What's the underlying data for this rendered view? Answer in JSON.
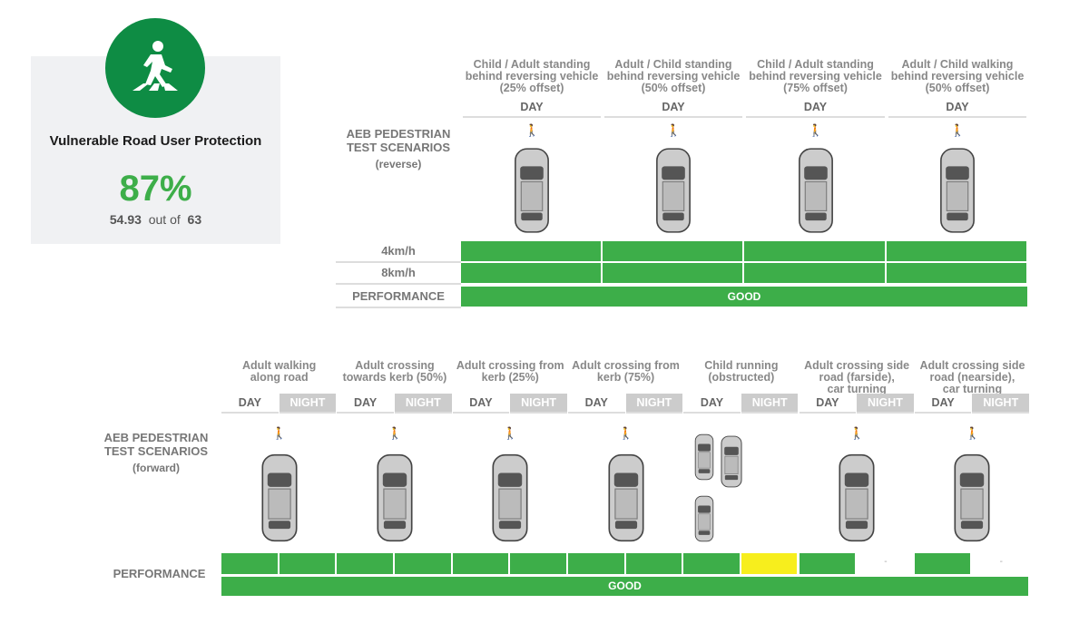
{
  "summary": {
    "title": "Vulnerable Road User Protection",
    "percent": "87%",
    "score": "54.93",
    "out_of_label": "out of",
    "max": "63",
    "icon": "pedestrian-crossing-icon"
  },
  "reverse": {
    "label_line1": "AEB PEDESTRIAN",
    "label_line2": "TEST SCENARIOS",
    "label_line3": "(reverse)",
    "columns": [
      {
        "line1": "Child / Adult standing",
        "line2": "behind reversing vehicle",
        "line3": "(25% offset)",
        "time": "DAY"
      },
      {
        "line1": "Adult / Child standing",
        "line2": "behind reversing vehicle",
        "line3": "(50% offset)",
        "time": "DAY"
      },
      {
        "line1": "Child / Adult standing",
        "line2": "behind reversing vehicle",
        "line3": "(75% offset)",
        "time": "DAY"
      },
      {
        "line1": "Adult / Child walking",
        "line2": "behind reversing vehicle",
        "line3": "(50% offset)",
        "time": "DAY"
      }
    ],
    "rows": [
      {
        "label": "4km/h",
        "results": [
          "good",
          "good",
          "good",
          "good"
        ]
      },
      {
        "label": "8km/h",
        "results": [
          "good",
          "good",
          "good",
          "good"
        ]
      }
    ],
    "performance_label": "PERFORMANCE",
    "performance": "GOOD"
  },
  "forward": {
    "label_line1": "AEB PEDESTRIAN",
    "label_line2": "TEST SCENARIOS",
    "label_line3": "(forward)",
    "day_label": "DAY",
    "night_label": "NIGHT",
    "columns": [
      {
        "line1": "Adult walking",
        "line2": "along road",
        "line3": ""
      },
      {
        "line1": "Adult crossing",
        "line2": "towards kerb (50%)",
        "line3": ""
      },
      {
        "line1": "Adult crossing from",
        "line2": "kerb (25%)",
        "line3": ""
      },
      {
        "line1": "Adult crossing from",
        "line2": "kerb (75%)",
        "line3": ""
      },
      {
        "line1": "Child running",
        "line2": "(obstructed)",
        "line3": ""
      },
      {
        "line1": "Adult crossing side",
        "line2": "road (farside),",
        "line3": "car turning"
      },
      {
        "line1": "Adult crossing side",
        "line2": "road (nearside),",
        "line3": "car turning"
      }
    ],
    "results": [
      "good",
      "good",
      "good",
      "good",
      "good",
      "good",
      "good",
      "good",
      "good",
      "marginal",
      "good",
      "-",
      "good",
      "-"
    ],
    "performance_label": "PERFORMANCE",
    "performance": "GOOD"
  },
  "colors": {
    "good": "#3dae49",
    "marginal": "#f7ee1d",
    "badge": "#0e8c44"
  }
}
